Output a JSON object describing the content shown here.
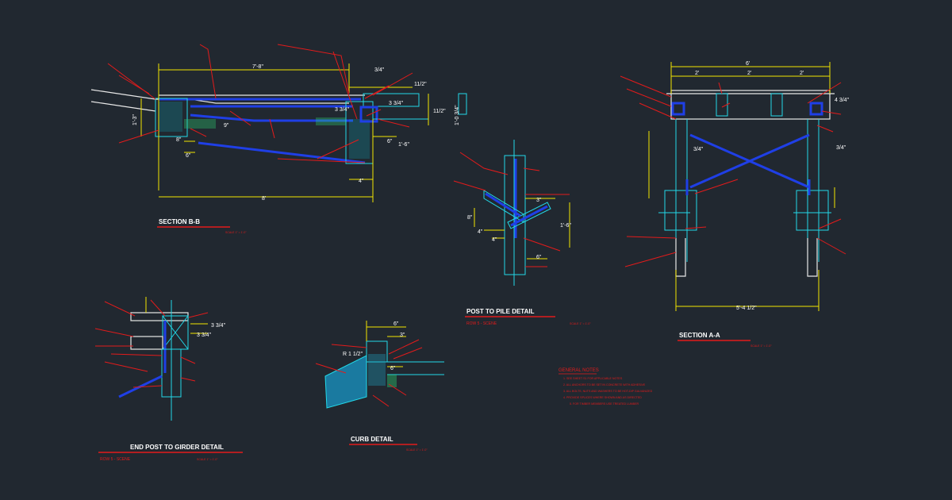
{
  "colors": {
    "background": "#212830",
    "leader": "#e31b1b",
    "dimension": "#f2e600",
    "outline": "#22d8e8",
    "steel": "#1f3fe6",
    "text": "#ffffff"
  },
  "section_bb": {
    "title": "SECTION B-B",
    "scale": "SCALE 1\" = 1'-0\"",
    "dims": {
      "top_span": "7'-8\"",
      "top_right": "3/4\"",
      "right_top": "11/2\"",
      "d_334a": "3 3/4\"",
      "d_334b": "3 3/4\"",
      "d_112": "11/2\"",
      "d_1034": "1'-0 3/4\"",
      "d_116": "1'-6\"",
      "d_6a": "6\"",
      "d_9": "9\"",
      "d_8": "8\"",
      "d_6b": "6\"",
      "d_4": "4\"",
      "left_h": "1'-3\"",
      "bottom_span": "8'"
    }
  },
  "post_pile": {
    "title": "POST TO PILE DETAIL",
    "subtitle": "ROW 5 - SCENE",
    "scale": "SCALE 1\" = 1'-0\"",
    "dims": {
      "d3": "3\"",
      "d8": "8\"",
      "d4a": "4\"",
      "d4b": "4\"",
      "d16": "1'-6\"",
      "d6": "6\""
    }
  },
  "section_aa": {
    "title": "SECTION A-A",
    "scale": "SCALE 1\" = 1'-0\"",
    "dims": {
      "top": "6'",
      "s2a": "2'",
      "s2b": "2'",
      "s2c": "2'",
      "r434": "4 3/4\"",
      "l34": "3/4\"",
      "r34": "3/4\"",
      "bottom": "5'-4 1/2\""
    }
  },
  "end_post": {
    "title": "END POST TO GIRDER DETAIL",
    "subtitle": "ROW 5 - SCENE",
    "scale": "SCALE 1\" = 1'-0\"",
    "dims": {
      "a": "3 3/4\"",
      "b": "3 3/4\""
    }
  },
  "curb": {
    "title": "CURB DETAIL",
    "scale": "SCALE 1\" = 1'-0\"",
    "dims": {
      "top": "6\"",
      "d3": "3\"",
      "radius": "R 1 1/2\"",
      "d6": "6\""
    }
  },
  "general_notes": {
    "heading": "GENERAL NOTES",
    "items": [
      "1. SEE SHEET S1 FOR APPLICABLE NOTES",
      "2. ALL ANCHORS TO BE SET IN CONCRETE WITH ADHESIVE",
      "3. ALL BOLTS, NUTS AND WASHERS TO BE HOT-DIP GALVANIZED",
      "4. PROVIDE SPLICES WHERE SHOWN AND AS DIRECTED",
      "5. FOR TIMBER MEMBERS USE TREATED LUMBER"
    ]
  }
}
